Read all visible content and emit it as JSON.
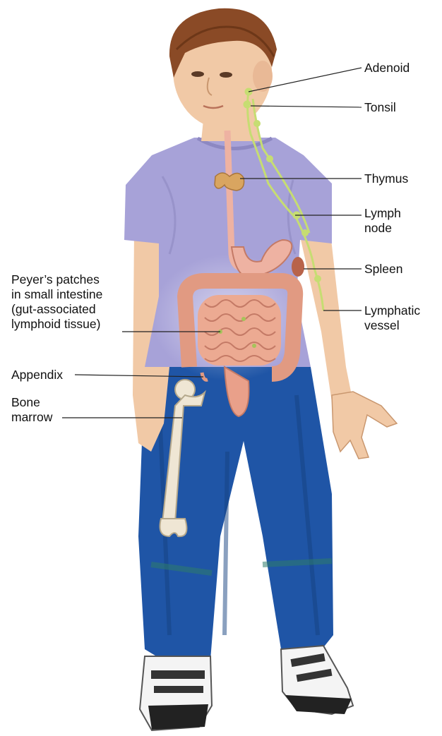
{
  "labels": {
    "adenoid": "Adenoid",
    "tonsil": "Tonsil",
    "thymus": "Thymus",
    "lymph_node": [
      "Lymph",
      "node"
    ],
    "spleen": "Spleen",
    "lymphatic_vessel": [
      "Lymphatic",
      "vessel"
    ],
    "peyers_patches": [
      "Peyer’s patches",
      "in small intestine",
      "(gut-associated",
      "lymphoid tissue)"
    ],
    "appendix": "Appendix",
    "bone_marrow": [
      "Bone",
      "marrow"
    ]
  },
  "colors": {
    "skin": "#f1c9a6",
    "hair": "#8a4a26",
    "shirt": "#a7a2d8",
    "jeans": "#1f55a6",
    "lymph": "#c6dd72",
    "intestine": "#e9a08a",
    "stomach": "#eeb2a2",
    "thymus": "#d9a560",
    "bone": "#efe6d4",
    "leader": "#222222"
  }
}
